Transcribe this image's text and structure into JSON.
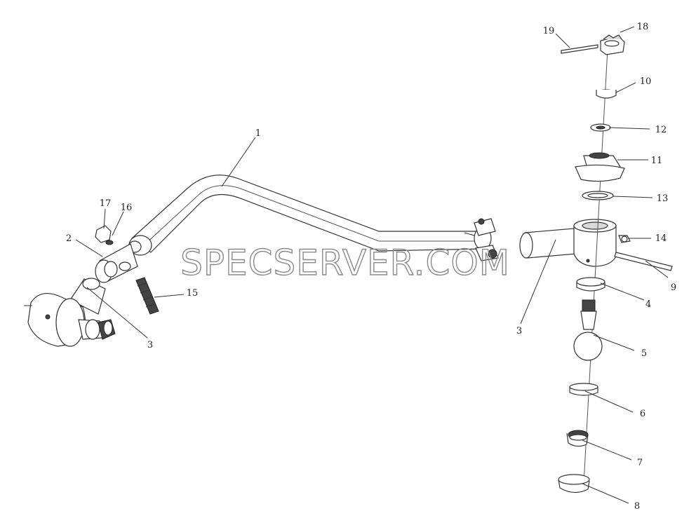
{
  "watermark": "SPECSERVER.COM",
  "callouts": [
    "1",
    "2",
    "3",
    "3",
    "4",
    "5",
    "6",
    "7",
    "8",
    "9",
    "10",
    "11",
    "12",
    "13",
    "14",
    "15",
    "16",
    "17",
    "18",
    "19"
  ]
}
